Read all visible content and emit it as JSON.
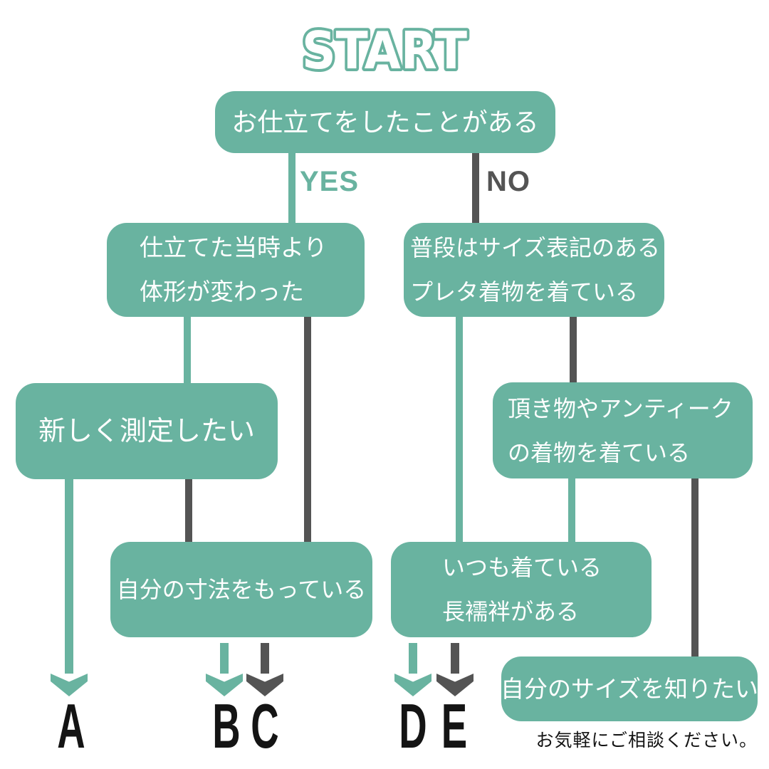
{
  "title": "START",
  "branch_labels": {
    "yes": "YES",
    "no": "NO"
  },
  "note": "お気軽にご相談ください。",
  "colors": {
    "green": "#69b3a0",
    "dark": "#545454"
  },
  "nodes": {
    "start": {
      "lines": [
        "お仕立てをしたことがある"
      ]
    },
    "shape_changed": {
      "lines": [
        "仕立てた当時より",
        "体形が変わった"
      ]
    },
    "pret_kimono": {
      "lines": [
        "普段はサイズ表記のある",
        "プレタ着物を着ている"
      ]
    },
    "new_measure": {
      "lines": [
        "新しく測定したい"
      ]
    },
    "antique": {
      "lines": [
        "頂き物やアンティーク",
        "の着物を着ている"
      ]
    },
    "own_measurements": {
      "lines": [
        "自分の寸法をもっている"
      ]
    },
    "nagajuban": {
      "lines": [
        "いつも着ている",
        "長襦袢がある"
      ]
    },
    "know_size": {
      "lines": [
        "自分のサイズを知りたい"
      ]
    }
  },
  "results": [
    "A",
    "B",
    "C",
    "D",
    "E"
  ]
}
